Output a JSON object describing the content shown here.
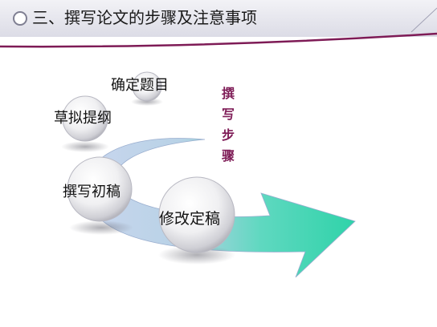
{
  "slide": {
    "title": "三、撰写论文的步骤及注意事项"
  },
  "diagram": {
    "side_label_chars": [
      "撰",
      "写",
      "步",
      "骤"
    ],
    "stages": [
      {
        "label": "确定题目"
      },
      {
        "label": "草拟提纲"
      },
      {
        "label": "撰写初稿"
      },
      {
        "label": "修改定稿"
      }
    ]
  },
  "colors": {
    "accent": "#7e1b56",
    "arrow_start": "#c9d6ee",
    "arrow_end": "#2fd3a9",
    "header_bg": "#e3e3ec"
  }
}
